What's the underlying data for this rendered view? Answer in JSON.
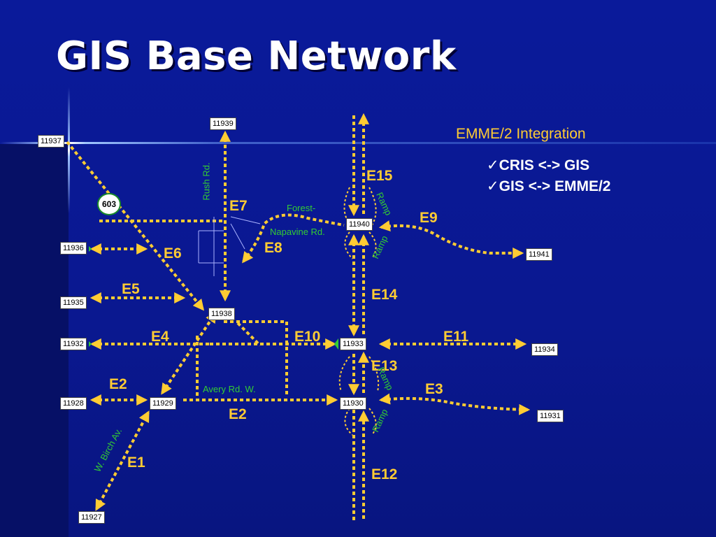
{
  "title": "GIS Base Network",
  "legend": {
    "heading": "EMME/2 Integration",
    "items": [
      "CRIS <-> GIS",
      "GIS <-> EMME/2"
    ],
    "check": "✓"
  },
  "colors": {
    "link": "#ffcc33",
    "node_fill": "#ffffff",
    "road_label": "#33cc33",
    "background": "#0a1a9a"
  },
  "shield": "603",
  "nodes": {
    "n11937": "11937",
    "n11939": "11939",
    "n11940": "11940",
    "n11936": "11936",
    "n11941": "11941",
    "n11935": "11935",
    "n11938": "11938",
    "n11932": "11932",
    "n11933": "11933",
    "n11934": "11934",
    "n11928": "11928",
    "n11929": "11929",
    "n11930": "11930",
    "n11931": "11931",
    "n11927": "11927"
  },
  "edges": {
    "e15": "E15",
    "e7": "E7",
    "e9": "E9",
    "e8": "E8",
    "e6": "E6",
    "e5": "E5",
    "e14": "E14",
    "e4": "E4",
    "e10": "E10",
    "e11": "E11",
    "e13": "E13",
    "e2a": "E2",
    "e3": "E3",
    "e2b": "E2",
    "e1": "E1",
    "e12": "E12"
  },
  "roads": {
    "rush": "Rush Rd.",
    "forest": "Forest-",
    "napavine": "Napavine Rd.",
    "ramp1": "Ramp",
    "ramp2": "Ramp",
    "ramp3": "Ramp",
    "ramp4": "Ramp",
    "avery": "Avery Rd. W.",
    "birch": "W. Birch Av."
  }
}
